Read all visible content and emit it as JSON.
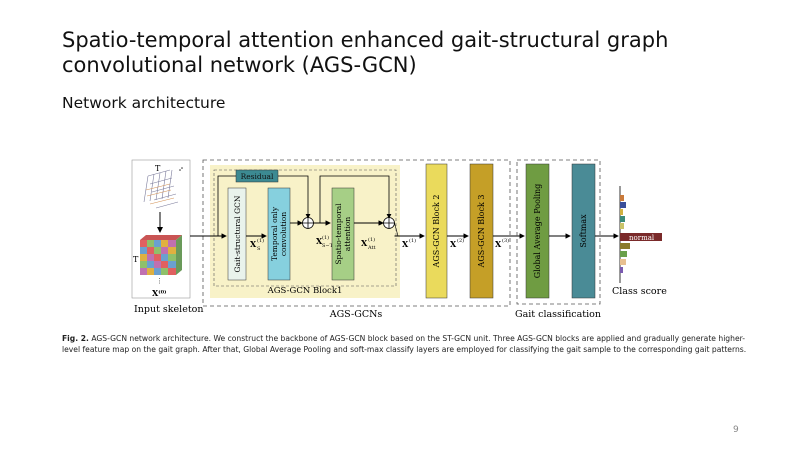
{
  "slide": {
    "title": "Spatio-temporal attention enhanced gait-structural graph convolutional network (AGS-GCN)",
    "subtitle": "Network architecture",
    "page_number": "9"
  },
  "diagram": {
    "input_T_top": "T",
    "input_T_side": "T",
    "input_X0": "X⁽⁰⁾",
    "input_label": "Input skeleton",
    "residual_label": "Residual",
    "gcn_label": "Gait-structural GCN",
    "xs_label": "X",
    "xs_sup": "(1)",
    "xs_sub": "S",
    "temporal_label_1": "Temporal only",
    "temporal_label_2": "convolution",
    "xst_label": "X",
    "xst_sup": "(1)",
    "xst_sub": "S−T",
    "attention_label_1": "Spatio-temporal",
    "attention_label_2": "attention",
    "xatt_label": "X",
    "xatt_sup": "(1)",
    "xatt_sub": "Att",
    "x1_label": "X",
    "x1_sup": "(1)",
    "block1_label": "AGS-GCN Block1",
    "block2_label": "AGS-GCN Block 2",
    "x2_label": "X",
    "x2_sup": "(2)",
    "block3_label": "AGS-GCN Block 3",
    "x3_label": "X",
    "x3_sup": "(3)",
    "agsgcns_label": "AGS-GCNs",
    "gap_label": "Global Average Pooling",
    "softmax_label": "Softmax",
    "classification_label": "Gait classification",
    "normal_label": "normal",
    "class_score_label": "Class score"
  },
  "caption": {
    "fig_label": "Fig. 2.",
    "text": " AGS-GCN network architecture. We construct the backbone of AGS-GCN block based on the ST-GCN unit. Three AGS-GCN blocks are applied and gradually generate higher-level feature map on the gait graph. After that, Global Average Pooling and soft-max classify layers are employed for classifying the gait sample to the corresponding gait patterns."
  },
  "colors": {
    "block_bg": "#f8f2c8",
    "gcn_box": "#e9f3ec",
    "temporal_box": "#86d0de",
    "attention_box": "#a6cf86",
    "residual_box": "#3c8a92",
    "block2": "#eada5c",
    "block3": "#c59f27",
    "gap": "#6f9c42",
    "softmax": "#4a8b96",
    "score_highlight": "#7a2a2a"
  }
}
